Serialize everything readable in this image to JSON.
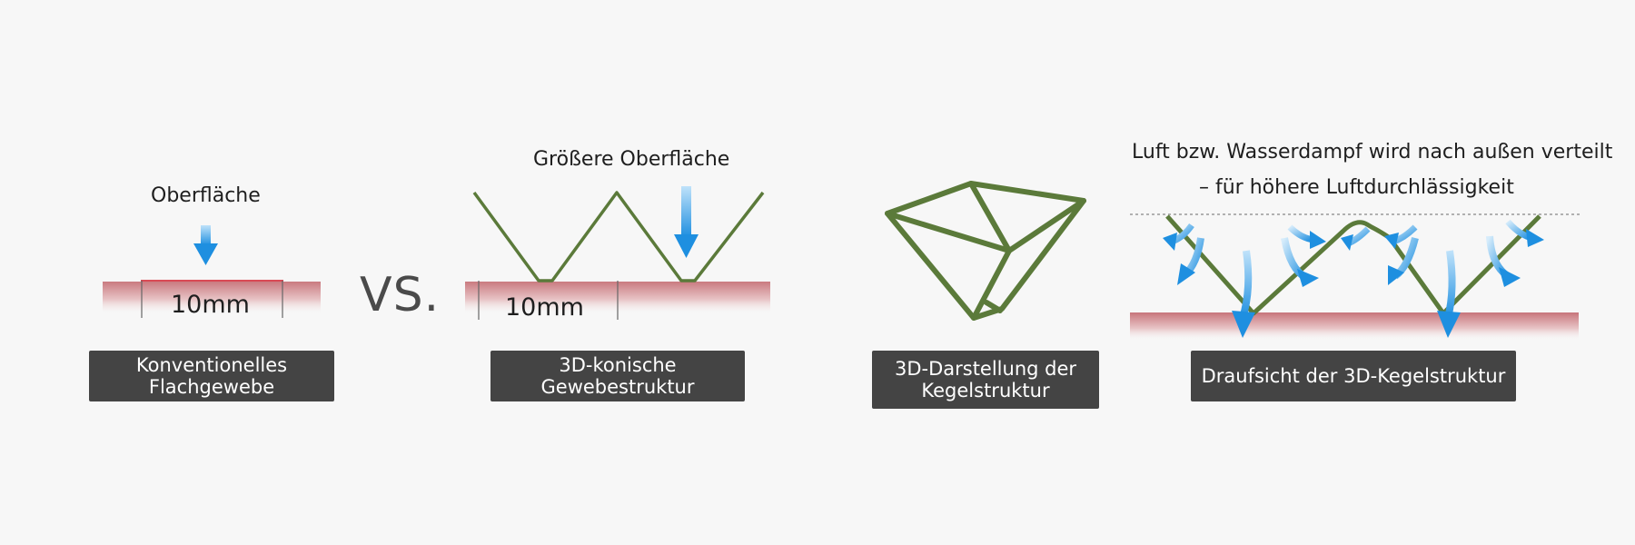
{
  "colors": {
    "background": "#f7f7f7",
    "label_bg": "#444444",
    "label_text": "#ffffff",
    "fabric_green": "#5b7a3a",
    "arrow_blue": "#2f9be6",
    "surface_red": "#c97a80",
    "surface_edge": "#d94a55",
    "vs_gray": "#4a4a4a"
  },
  "panel_flat": {
    "annotation": "Oberfläche",
    "dimension": "10mm",
    "label": "Konventionelles Flachgewebe"
  },
  "vs_text": "VS.",
  "panel_conical": {
    "annotation": "Größere Oberfläche",
    "dimension": "10mm",
    "label": "3D-konische Gewebestruktur"
  },
  "panel_cone": {
    "label_line1": "3D-Darstellung der",
    "label_line2": "Kegelstruktur"
  },
  "panel_top": {
    "annotation_line1": "Luft bzw. Wasserdampf wird nach außen verteilt",
    "annotation_line2": "– für höhere Luftdurchlässigkeit",
    "label": "Draufsicht der 3D-Kegelstruktur"
  }
}
